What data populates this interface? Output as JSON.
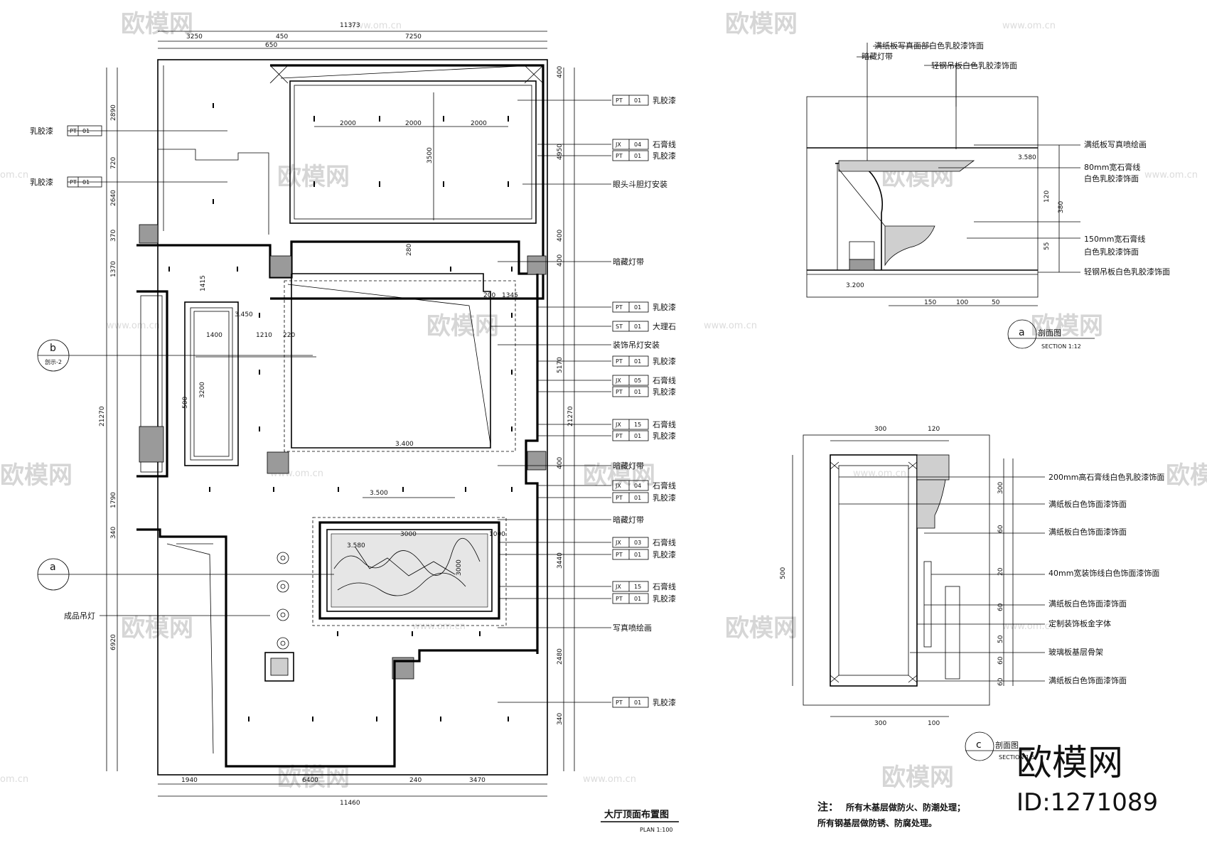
{
  "watermark": {
    "brand": "欧模网",
    "url": "www.om.cn",
    "url_short": "om.cn",
    "big_brand": "欧模网",
    "id_text": "ID:1271089"
  },
  "plan": {
    "title": "大厅顶面布置图",
    "scale": "PLAN 1:100",
    "dims_top": [
      "11373",
      "3250",
      "450",
      "7250",
      "650"
    ],
    "dims_bottom": [
      "1940",
      "6400",
      "240",
      "3470",
      "11460"
    ],
    "dims_left": [
      "2890",
      "720",
      "2640",
      "370",
      "1370",
      "21270",
      "1790",
      "340",
      "6920"
    ],
    "dims_right": [
      "400",
      "4950",
      "400",
      "400",
      "21270",
      "5170",
      "400",
      "3440",
      "2480",
      "340"
    ],
    "inner_dims": [
      "2000",
      "2000",
      "2000",
      "3500",
      "1400",
      "1210",
      "220",
      "3200",
      "3.400",
      "3.500",
      "3000",
      "1000",
      "3.580",
      "3.450",
      "3000",
      "1415",
      "1345",
      "200",
      "280",
      "500"
    ],
    "left_labels": [
      {
        "text": "乳胶漆",
        "code1": "PT",
        "code2": "01"
      },
      {
        "text": "乳胶漆",
        "code1": "PT",
        "code2": "01"
      }
    ],
    "lamp_label": "成品吊灯",
    "right_labels": [
      {
        "code1": "PT",
        "code2": "01",
        "text": "乳胶漆"
      },
      {
        "code1": "JX",
        "code2": "04",
        "text": "石膏线"
      },
      {
        "code1": "PT",
        "code2": "01",
        "text": "乳胶漆"
      },
      {
        "text": "眼头斗胆灯安装"
      },
      {
        "text": "暗藏灯带"
      },
      {
        "code1": "PT",
        "code2": "01",
        "text": "乳胶漆"
      },
      {
        "code1": "ST",
        "code2": "01",
        "text": "大理石"
      },
      {
        "text": "装饰吊灯安装"
      },
      {
        "code1": "PT",
        "code2": "01",
        "text": "乳胶漆"
      },
      {
        "code1": "JX",
        "code2": "05",
        "text": "石膏线"
      },
      {
        "code1": "PT",
        "code2": "01",
        "text": "乳胶漆"
      },
      {
        "code1": "JX",
        "code2": "15",
        "text": "石膏线"
      },
      {
        "code1": "PT",
        "code2": "01",
        "text": "乳胶漆"
      },
      {
        "text": "暗藏灯带"
      },
      {
        "code1": "JX",
        "code2": "04",
        "text": "石膏线"
      },
      {
        "code1": "PT",
        "code2": "01",
        "text": "乳胶漆"
      },
      {
        "text": "暗藏灯带"
      },
      {
        "code1": "JX",
        "code2": "03",
        "text": "石膏线"
      },
      {
        "code1": "PT",
        "code2": "01",
        "text": "乳胶漆"
      },
      {
        "code1": "JX",
        "code2": "15",
        "text": "石膏线"
      },
      {
        "code1": "PT",
        "code2": "01",
        "text": "乳胶漆"
      },
      {
        "text": "写真喷绘画"
      },
      {
        "code1": "PT",
        "code2": "01",
        "text": "乳胶漆"
      }
    ],
    "section_b": {
      "letter": "b",
      "sub": "剖示-2"
    },
    "section_a": {
      "letter": "a",
      "sub": ""
    }
  },
  "section_a_detail": {
    "title": "a",
    "title_cn": "剖面图",
    "scale": "SECTION 1:12",
    "labels_top": [
      "满纸板写真面部白色乳胶漆饰面",
      "暗藏灯带",
      "轻钢吊板白色乳胶漆饰面"
    ],
    "labels_right": [
      "满纸板写真喷绘画",
      "80mm宽石膏线",
      "白色乳胶漆饰面",
      "150mm宽石膏线",
      "白色乳胶漆饰面",
      "轻钢吊板白色乳胶漆饰面"
    ],
    "dims": [
      "3.580",
      "3.200",
      "150",
      "100",
      "50",
      "120",
      "380",
      "55"
    ]
  },
  "section_c_detail": {
    "letter": "c",
    "title_cn": "剖面图",
    "scale": "SECTION 1:5",
    "labels_right": [
      "200mm高石膏线白色乳胶漆饰面",
      "满纸板白色饰面漆饰面",
      "满纸板白色饰面漆饰面",
      "40mm宽装饰线白色饰面漆饰面",
      "满纸板白色饰面漆饰面",
      "定制装饰板金字体",
      "玻璃板基层骨架",
      "满纸板白色饰面漆饰面"
    ],
    "dims_top": [
      "300",
      "120"
    ],
    "dims_bottom": [
      "300",
      "100"
    ],
    "dims_left": [
      "500"
    ],
    "dims_right": [
      "300",
      "60",
      "20",
      "60",
      "50",
      "60",
      "60"
    ]
  },
  "note": {
    "heading": "注：",
    "line1": "所有木基层做防火、防潮处理；",
    "line2": "所有钢基层做防锈、防腐处理。"
  }
}
